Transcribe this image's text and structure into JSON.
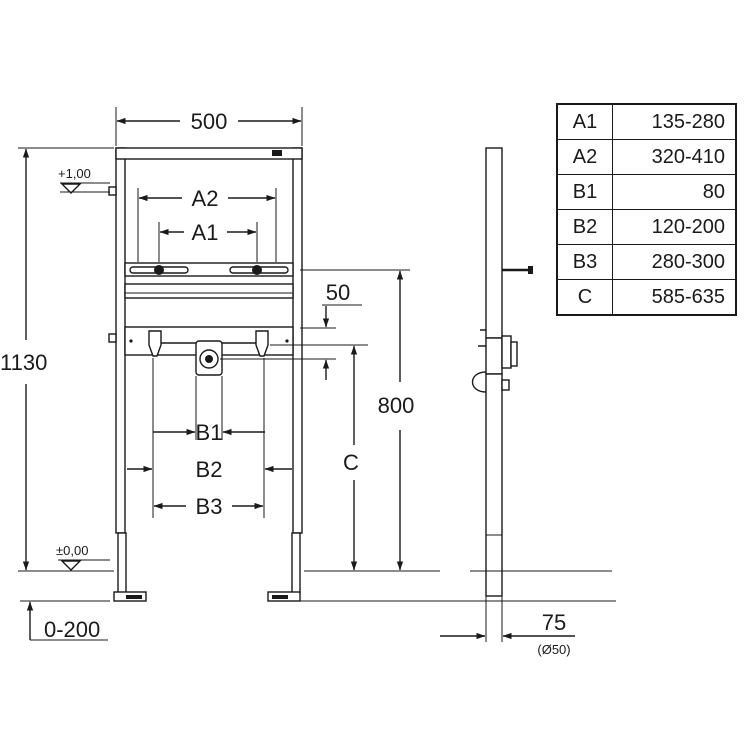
{
  "dimensions": {
    "width_500": "500",
    "height_1130": "1130",
    "label_a2": "A2",
    "label_a1": "A1",
    "dim_50": "50",
    "dim_800": "800",
    "label_c": "C",
    "label_b1": "B1",
    "label_b2": "B2",
    "label_b3": "B3",
    "level_top": "+1,00",
    "level_floor": "±0,00",
    "floor_adjust": "0-200",
    "side_75": "75",
    "side_50": "(Ø50)"
  },
  "table": {
    "rows": [
      {
        "code": "A1",
        "value": "135-280"
      },
      {
        "code": "A2",
        "value": "320-410"
      },
      {
        "code": "B1",
        "value": "80"
      },
      {
        "code": "B2",
        "value": "120-200"
      },
      {
        "code": "B3",
        "value": "280-300"
      },
      {
        "code": "C",
        "value": "585-635"
      }
    ]
  }
}
